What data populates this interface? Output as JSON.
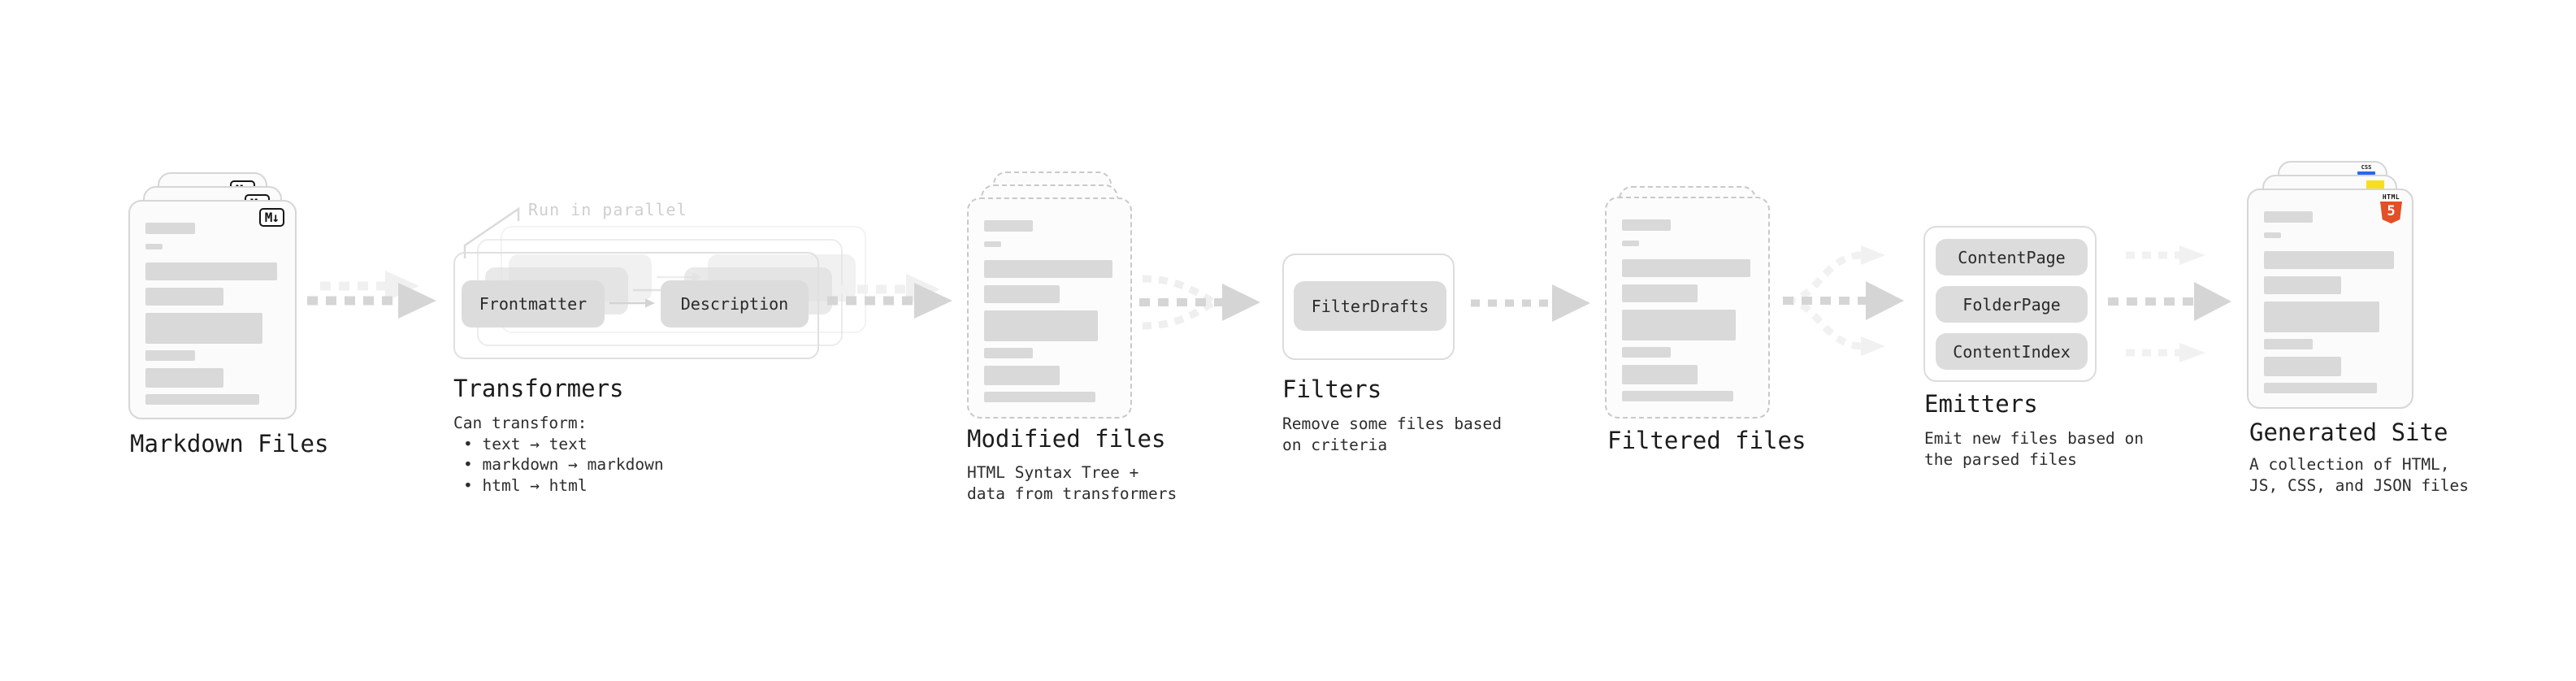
{
  "stages": {
    "markdown": {
      "label": "Markdown Files",
      "badge": "M↓"
    },
    "transformers": {
      "label": "Transformers",
      "note": "Run in parallel",
      "box1": "Frontmatter",
      "box2": "Description",
      "desc_title": "Can transform:",
      "bullet_char": "•",
      "bullets": [
        "text → text",
        "markdown → markdown",
        "html → html"
      ]
    },
    "modified": {
      "label": "Modified files",
      "desc1": "HTML Syntax Tree +",
      "desc2": "data from transformers"
    },
    "filters": {
      "label": "Filters",
      "box1": "FilterDrafts",
      "desc1": "Remove some files based",
      "desc2": "on criteria"
    },
    "filtered": {
      "label": "Filtered files"
    },
    "emitters": {
      "label": "Emitters",
      "box1": "ContentPage",
      "box2": "FolderPage",
      "box3": "ContentIndex",
      "desc1": "Emit new files based on",
      "desc2": "the parsed files"
    },
    "generated": {
      "label": "Generated Site",
      "badge_css": "CSS",
      "badge_html_label": "HTML",
      "badge_html_number": "5",
      "desc1": "A collection of HTML,",
      "desc2": "JS, CSS, and JSON files"
    }
  },
  "colors": {
    "html5_orange": "#e34f26",
    "js_yellow": "#f7df1e",
    "css_blue": "#2965f1",
    "arrow_gray": "#d5d5d5",
    "arrow_light": "#f0f0f0"
  }
}
